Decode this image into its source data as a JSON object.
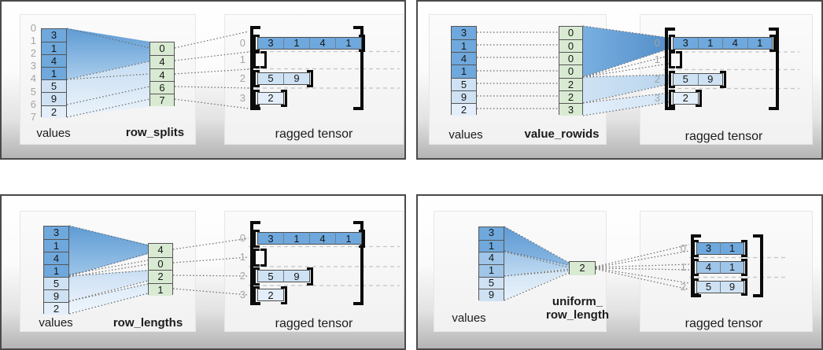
{
  "palette": {
    "dark": "#6fa8dc",
    "medium": "#9fc5e8",
    "light": "#cfe2f3",
    "lighter": "#e3eefa",
    "green": "#d9ead3"
  },
  "quadrants": [
    {
      "name": "row_splits",
      "values_label": "values",
      "method_lines": [
        "row_splits"
      ],
      "tensor_label": "ragged tensor",
      "values": {
        "cells": [
          3,
          1,
          4,
          1,
          5,
          9,
          2
        ],
        "shades": [
          "dark",
          "dark",
          "dark",
          "dark",
          "light",
          "light",
          "lighter"
        ],
        "indices": [
          "0",
          "1",
          "2",
          "3",
          "4",
          "5",
          "6",
          "7"
        ]
      },
      "param": {
        "cells": [
          "0",
          "4",
          "4",
          "6",
          "7"
        ]
      },
      "tensor": {
        "row_labels": [
          "0",
          "1",
          "2",
          "3"
        ],
        "rows": [
          {
            "cells": [
              3,
              1,
              4,
              1
            ],
            "shade": "dark"
          },
          {
            "cells": [],
            "shade": "dark"
          },
          {
            "cells": [
              5,
              9
            ],
            "shade": "light"
          },
          {
            "cells": [
              2
            ],
            "shade": "lighter"
          }
        ]
      }
    },
    {
      "name": "value_rowids",
      "values_label": "values",
      "method_lines": [
        "value_rowids"
      ],
      "tensor_label": "ragged tensor",
      "values": {
        "cells": [
          3,
          1,
          4,
          1,
          5,
          9,
          2
        ],
        "shades": [
          "dark",
          "dark",
          "dark",
          "dark",
          "light",
          "light",
          "lighter"
        ],
        "indices": []
      },
      "param": {
        "cells": [
          "0",
          "0",
          "0",
          "0",
          "2",
          "2",
          "3"
        ]
      },
      "tensor": {
        "row_labels": [
          "0",
          "1",
          "2",
          "3"
        ],
        "rows": [
          {
            "cells": [
              3,
              1,
              4,
              1
            ],
            "shade": "dark"
          },
          {
            "cells": [],
            "shade": "dark"
          },
          {
            "cells": [
              5,
              9
            ],
            "shade": "light"
          },
          {
            "cells": [
              2
            ],
            "shade": "lighter"
          }
        ]
      }
    },
    {
      "name": "row_lengths",
      "values_label": "values",
      "method_lines": [
        "row_lengths"
      ],
      "tensor_label": "ragged tensor",
      "values": {
        "cells": [
          3,
          1,
          4,
          1,
          5,
          9,
          2
        ],
        "shades": [
          "dark",
          "dark",
          "dark",
          "dark",
          "light",
          "light",
          "lighter"
        ],
        "indices": []
      },
      "param": {
        "cells": [
          "4",
          "0",
          "2",
          "1"
        ]
      },
      "tensor": {
        "row_labels": [
          "0",
          "1",
          "2",
          "3"
        ],
        "rows": [
          {
            "cells": [
              3,
              1,
              4,
              1
            ],
            "shade": "dark"
          },
          {
            "cells": [],
            "shade": "dark"
          },
          {
            "cells": [
              5,
              9
            ],
            "shade": "light"
          },
          {
            "cells": [
              2
            ],
            "shade": "lighter"
          }
        ]
      }
    },
    {
      "name": "uniform_row_length",
      "values_label": "values",
      "method_lines": [
        "uniform_",
        "row_length"
      ],
      "tensor_label": "ragged tensor",
      "values": {
        "cells": [
          3,
          1,
          4,
          1,
          5,
          9
        ],
        "shades": [
          "dark",
          "dark",
          "medium",
          "medium",
          "light",
          "light"
        ],
        "indices": []
      },
      "param": {
        "cells": [
          "2"
        ]
      },
      "tensor": {
        "row_labels": [
          "0",
          "1",
          "2"
        ],
        "rows": [
          {
            "cells": [
              3,
              1
            ],
            "shade": "dark"
          },
          {
            "cells": [
              4,
              1
            ],
            "shade": "medium"
          },
          {
            "cells": [
              5,
              9
            ],
            "shade": "light"
          }
        ]
      }
    }
  ]
}
